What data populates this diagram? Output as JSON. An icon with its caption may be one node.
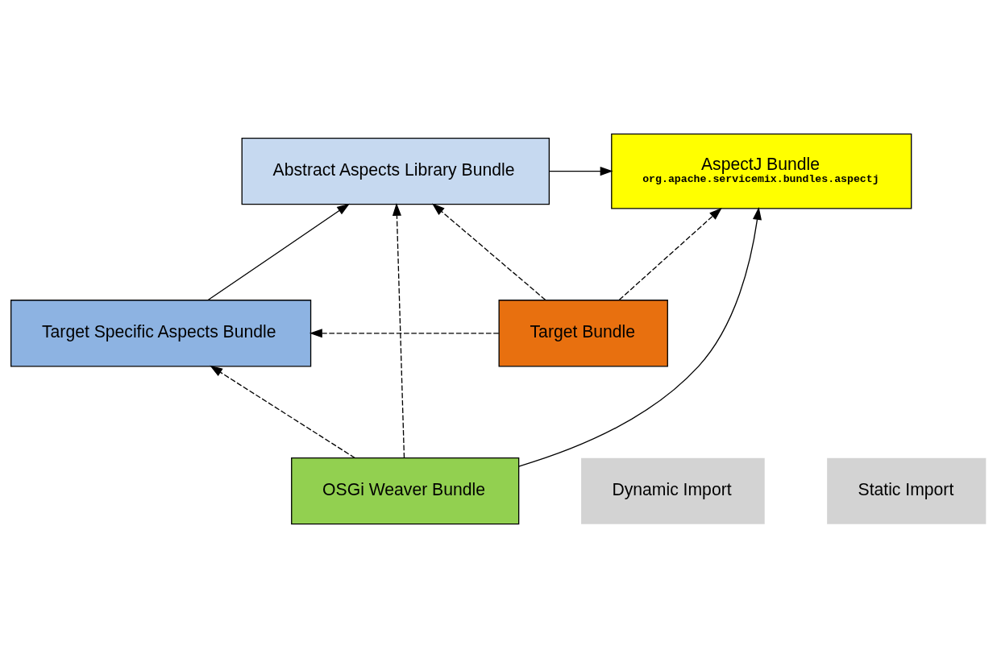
{
  "diagram": {
    "nodes": [
      {
        "text": [
          "Abstract Aspects Library Bundle"
        ]
      },
      {
        "text": [
          "AspectJ Bundle",
          "org.apache.servicemix.bundles.aspectj"
        ]
      },
      {
        "text": [
          "Target Specific Aspects Bundle"
        ]
      },
      {
        "text": [
          "Target Bundle"
        ]
      },
      {
        "text": [
          "OSGi Weaver Bundle"
        ]
      }
    ],
    "edges": [
      {
        "from": 0,
        "to": 1,
        "arrow": "to"
      },
      {
        "from": 2,
        "to": 0,
        "arrow": "to"
      },
      {
        "from": 4,
        "to": 0,
        "arrow": "to",
        "style": "dashed"
      },
      {
        "from": 3,
        "to": 0,
        "arrow": "to",
        "style": "dashed"
      },
      {
        "from": 3,
        "to": 1,
        "arrow": "to",
        "style": "dashed"
      },
      {
        "from": 4,
        "to": 1,
        "arrow": "to"
      },
      {
        "from": 3,
        "to": 2,
        "arrow": "to",
        "style": "dashed"
      },
      {
        "from": 4,
        "to": 2,
        "arrow": "to",
        "style": "dashed"
      }
    ],
    "legend": [
      {
        "text": "Dynamic Import"
      },
      {
        "text": "Static Import"
      }
    ]
  }
}
